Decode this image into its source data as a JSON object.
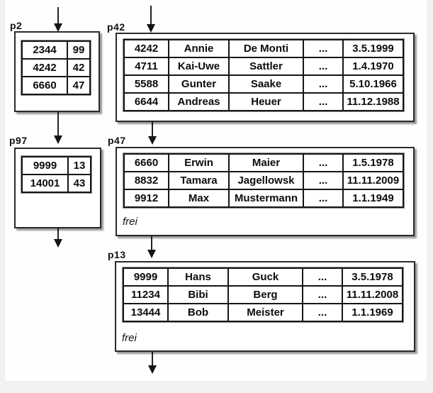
{
  "colors": {
    "background": "#f1f1f1",
    "slide": "#fefefe",
    "box_border": "#2a2a2a",
    "cell_border": "#161616",
    "table_frame": "#8f8f8f",
    "arrow": "#141414",
    "shadow": "rgba(0,0,0,0.40)"
  },
  "nodes": {
    "p2": {
      "label": "p2",
      "rows": [
        [
          "2344",
          "99"
        ],
        [
          "4242",
          "42"
        ],
        [
          "6660",
          "47"
        ]
      ]
    },
    "p97": {
      "label": "p97",
      "rows": [
        [
          "9999",
          "13"
        ],
        [
          "14001",
          "43"
        ]
      ]
    },
    "p42": {
      "label": "p42",
      "rows": [
        [
          "4242",
          "Annie",
          "De Monti",
          "...",
          "3.5.1999"
        ],
        [
          "4711",
          "Kai-Uwe",
          "Sattler",
          "...",
          "1.4.1970"
        ],
        [
          "5588",
          "Gunter",
          "Saake",
          "...",
          "5.10.1966"
        ],
        [
          "6644",
          "Andreas",
          "Heuer",
          "...",
          "11.12.1988"
        ]
      ]
    },
    "p47": {
      "label": "p47",
      "rows": [
        [
          "6660",
          "Erwin",
          "Maier",
          "...",
          "1.5.1978"
        ],
        [
          "8832",
          "Tamara",
          "Jagellowsk",
          "...",
          "11.11.2009"
        ],
        [
          "9912",
          "Max",
          "Mustermann",
          "...",
          "1.1.1949"
        ]
      ],
      "free_label": "frei"
    },
    "p13": {
      "label": "p13",
      "rows": [
        [
          "9999",
          "Hans",
          "Guck",
          "...",
          "3.5.1978"
        ],
        [
          "11234",
          "Bibi",
          "Berg",
          "...",
          "11.11.2008"
        ],
        [
          "13444",
          "Bob",
          "Meister",
          "...",
          "1.1.1969"
        ]
      ],
      "free_label": "frei"
    }
  },
  "links": [
    {
      "from": "offscreen-top",
      "to": "p2"
    },
    {
      "from": "offscreen-top",
      "to": "p42"
    },
    {
      "from": "p2",
      "to": "p97"
    },
    {
      "from": "p97",
      "to": "offscreen-bottom"
    },
    {
      "from": "p42",
      "to": "p47"
    },
    {
      "from": "p47",
      "to": "p13"
    },
    {
      "from": "p13",
      "to": "offscreen-bottom"
    }
  ]
}
